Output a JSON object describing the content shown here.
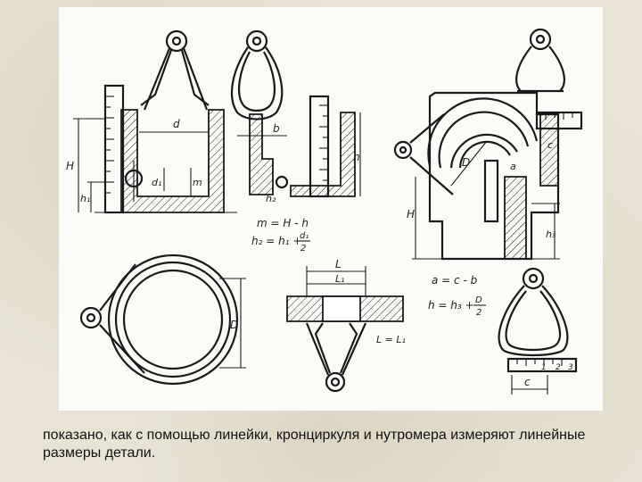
{
  "caption": "показано, как с помощью линейки, кронциркуля и нутромера измеряют линейные размеры детали.",
  "labels": {
    "d": "d",
    "H": "H",
    "h1": "h₁",
    "d1": "d₁",
    "m": "m",
    "b": "b",
    "h": "h",
    "h2": "h₂",
    "formula_m": "m = H - h",
    "formula_h2_left": "h₂ = h₁ +",
    "formula_h2_num": "d₁",
    "formula_h2_den": "2",
    "D": "D",
    "a": "a",
    "c": "c",
    "H_right": "H",
    "h3": "h₃",
    "L": "L",
    "L1": "L₁",
    "L_eq": "L = L₁",
    "formula_a": "a = c - b",
    "formula_h_left": "h = h₃ +",
    "formula_h_num": "D",
    "formula_h_den": "2",
    "D_bottom": "D",
    "scale_1": "1",
    "scale_2": "2",
    "scale_3": "3"
  }
}
